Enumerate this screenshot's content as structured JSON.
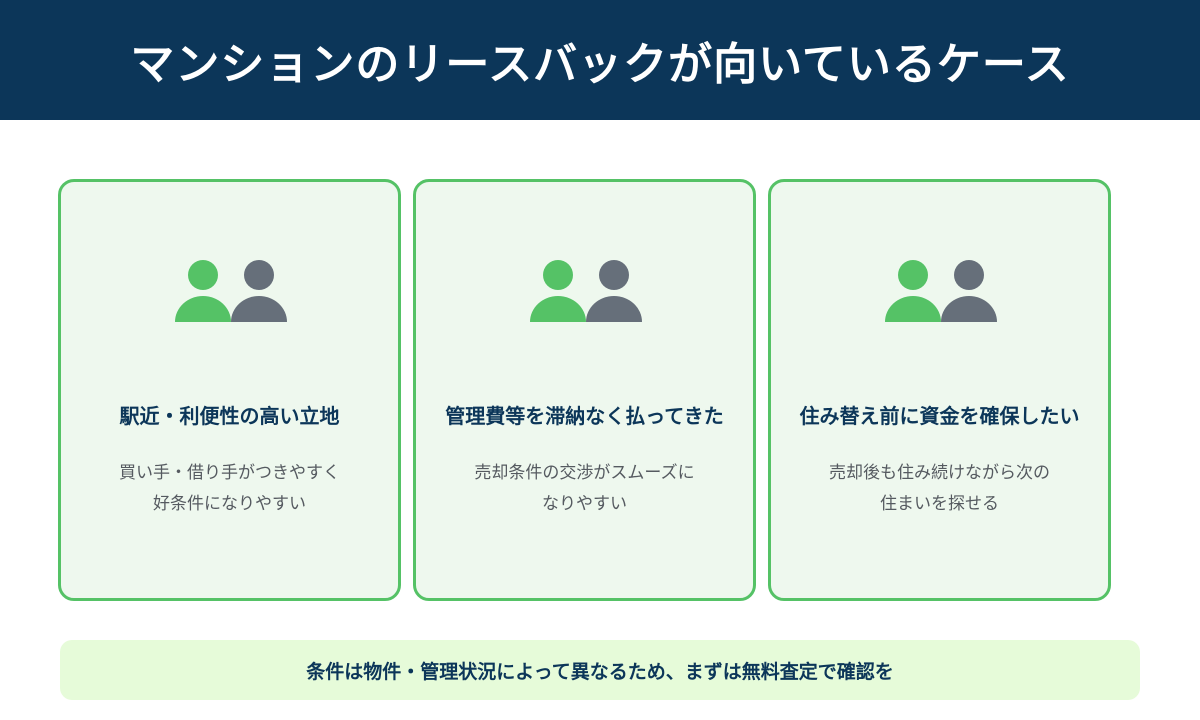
{
  "header": {
    "title": "マンションのリースバックが向いているケース"
  },
  "colors": {
    "header_bg": "#0c3659",
    "accent_green": "#55c266",
    "card_bg": "#eef8ee",
    "person_gray": "#666f7a",
    "footer_bg": "#e6fbd9"
  },
  "cards": [
    {
      "icon": "two-people-icon",
      "title": "駅近・利便性の高い立地",
      "desc_line1": "買い手・借り手がつきやすく",
      "desc_line2": "好条件になりやすい"
    },
    {
      "icon": "two-people-icon",
      "title": "管理費等を滞納なく払ってきた",
      "desc_line1": "売却条件の交渉がスムーズに",
      "desc_line2": "なりやすい"
    },
    {
      "icon": "two-people-icon",
      "title": "住み替え前に資金を確保したい",
      "desc_line1": "売却後も住み続けながら次の",
      "desc_line2": "住まいを探せる"
    }
  ],
  "footer": {
    "note": "条件は物件・管理状況によって異なるため、まずは無料査定で確認を"
  }
}
